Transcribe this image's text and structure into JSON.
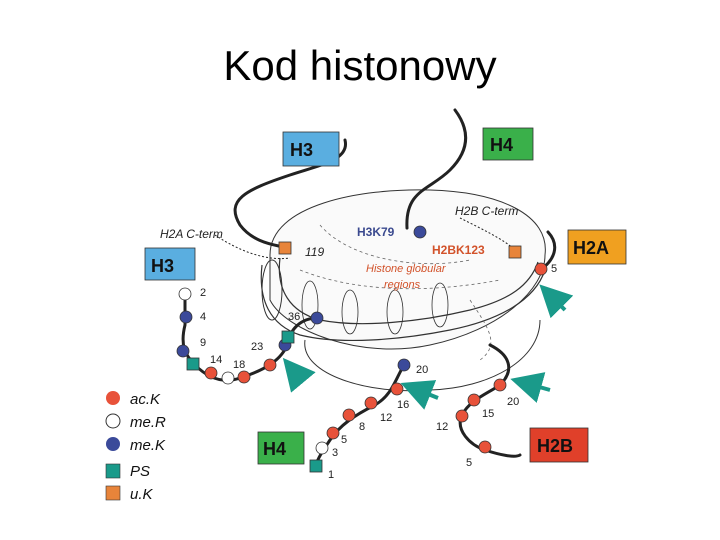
{
  "slide": {
    "title": "Kod histonowy"
  },
  "colors": {
    "acK": "#e8523a",
    "meR": "#ffffff",
    "meK": "#3b4a9a",
    "PS": "#1a9a8a",
    "uK": "#e8843a",
    "box_blue": "#5aaee0",
    "box_green": "#3ab04a",
    "box_orange": "#f0a020",
    "box_red": "#e0402a"
  },
  "boxes": {
    "h3_top": "H3",
    "h4_top": "H4",
    "h3_left": "H3",
    "h2a": "H2A",
    "h4_bottom": "H4",
    "h2b": "H2B"
  },
  "terms": {
    "h2a_cterm": "H2A C-term",
    "h2b_cterm": "H2B C-term",
    "n119": "119"
  },
  "core": {
    "h3k79": "H3K79",
    "h2bk123": "H2BK123",
    "globular_line1": "Histone globular",
    "globular_line2": "regions"
  },
  "residues": {
    "h3": [
      "2",
      "4",
      "9",
      "14",
      "18",
      "23",
      "36"
    ],
    "h4": [
      "1",
      "3",
      "5",
      "8",
      "12",
      "16",
      "20"
    ],
    "h2b": [
      "5",
      "12",
      "15",
      "20"
    ],
    "h2a": [
      "5"
    ]
  },
  "legend": [
    {
      "label": "ac.K",
      "shape": "circle",
      "color_key": "acK"
    },
    {
      "label": "me.R",
      "shape": "circle-open",
      "color_key": "meR"
    },
    {
      "label": "me.K",
      "shape": "circle",
      "color_key": "meK"
    },
    {
      "label": "PS",
      "shape": "square",
      "color_key": "PS"
    },
    {
      "label": "u.K",
      "shape": "square",
      "color_key": "uK"
    }
  ]
}
